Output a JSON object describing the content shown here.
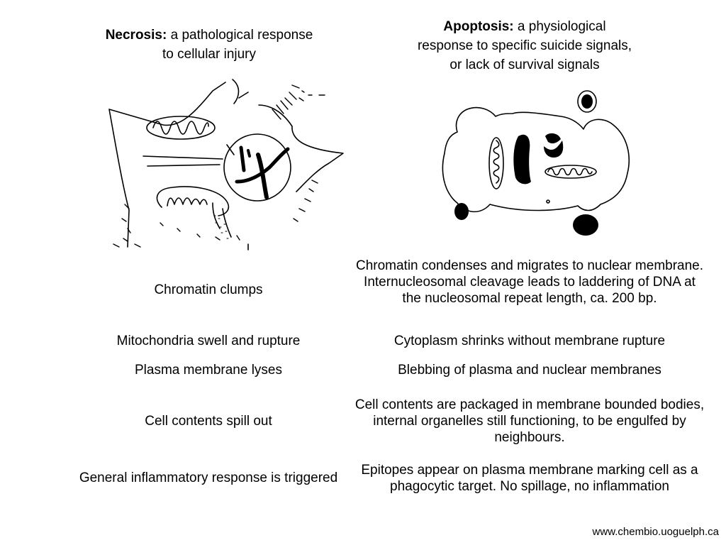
{
  "header": {
    "necrosis_term": "Necrosis:",
    "necrosis_desc_l1": "a pathological response",
    "necrosis_desc_l2": "to cellular injury",
    "apoptosis_term": "Apoptosis:",
    "apoptosis_desc_l1": "a physiological",
    "apoptosis_desc_l2": "response to specific suicide signals,",
    "apoptosis_desc_l3": "or lack of survival signals"
  },
  "comparisons": [
    {
      "necrosis": "Chromatin clumps",
      "apoptosis": "Chromatin condenses and migrates to nuclear membrane. Internucleosomal cleavage leads to laddering of DNA at the nucleosomal repeat length, ca. 200 bp."
    },
    {
      "necrosis": "Mitochondria swell and rupture",
      "apoptosis": "Cytoplasm shrinks without membrane rupture"
    },
    {
      "necrosis": "Plasma membrane lyses",
      "apoptosis": "Blebbing of plasma and nuclear membranes"
    },
    {
      "necrosis": "Cell contents spill out",
      "apoptosis": "Cell contents are packaged in membrane bounded bodies, internal organelles still functioning, to be engulfed by neighbours."
    },
    {
      "necrosis": "General inflammatory response is triggered",
      "apoptosis": "Epitopes appear on plasma membrane marking cell as a phagocytic target. No spillage, no inflammation"
    }
  ],
  "footer": {
    "source": "www.chembio.uoguelph.ca"
  }
}
